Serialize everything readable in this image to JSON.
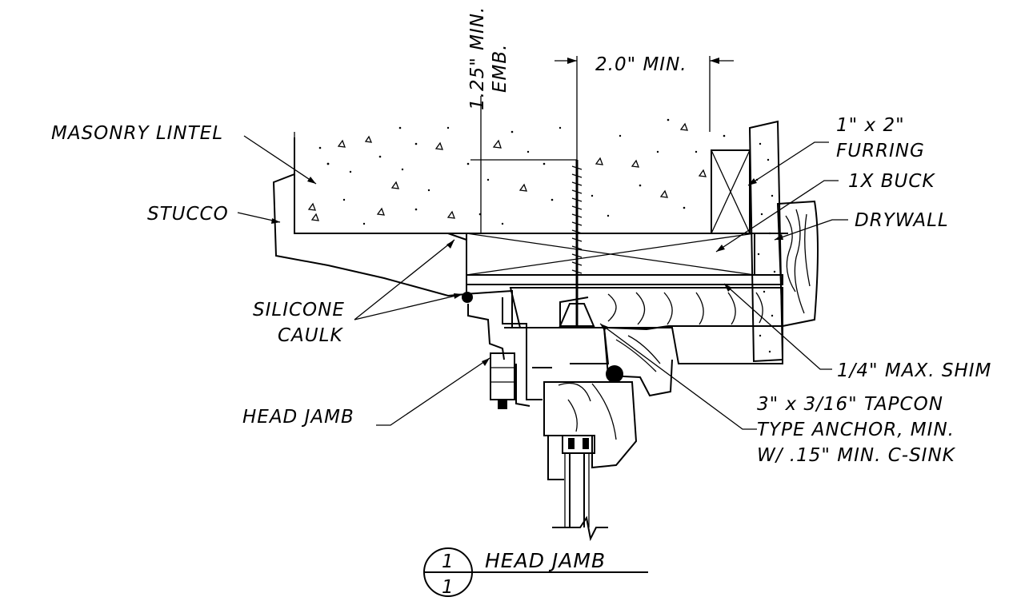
{
  "detail": {
    "title": "HEAD JAMB",
    "number": "1",
    "sheet": "1"
  },
  "labels": {
    "masonry_lintel": "MASONRY LINTEL",
    "stucco": "STUCCO",
    "silicone_caulk_1": "SILICONE",
    "silicone_caulk_2": "CAULK",
    "head_jamb": "HEAD JAMB",
    "furring_1": "1\" x 2\"",
    "furring_2": "FURRING",
    "buck": "1X BUCK",
    "drywall": "DRYWALL",
    "shim": "1/4\" MAX. SHIM",
    "anchor_1": "3\" x 3/16\" TAPCON",
    "anchor_2": "TYPE ANCHOR, MIN.",
    "anchor_3": "W/ .15\" MIN. C-SINK"
  },
  "dimensions": {
    "embedment_1": "1.25\" MIN.",
    "embedment_2": "EMB.",
    "edge_distance": "2.0\" MIN."
  }
}
